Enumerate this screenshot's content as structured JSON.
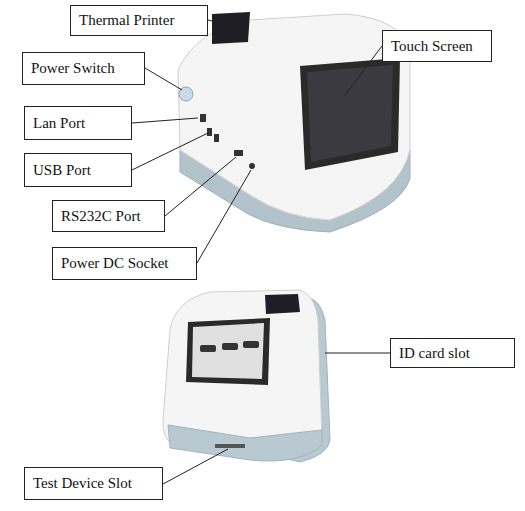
{
  "diagram": {
    "nodes": [
      {
        "text": [
          "Thermal Printer"
        ]
      },
      {
        "text": [
          "Touch Screen"
        ]
      },
      {
        "text": [
          "Power Switch"
        ]
      },
      {
        "text": [
          "Lan Port"
        ]
      },
      {
        "text": [
          "USB Port"
        ]
      },
      {
        "text": [
          "RS232C Port"
        ]
      },
      {
        "text": [
          "Power DC Socket"
        ]
      },
      {
        "text": [
          "ID card slot"
        ]
      },
      {
        "text": [
          "Test Device Slot"
        ]
      }
    ],
    "edges": []
  }
}
